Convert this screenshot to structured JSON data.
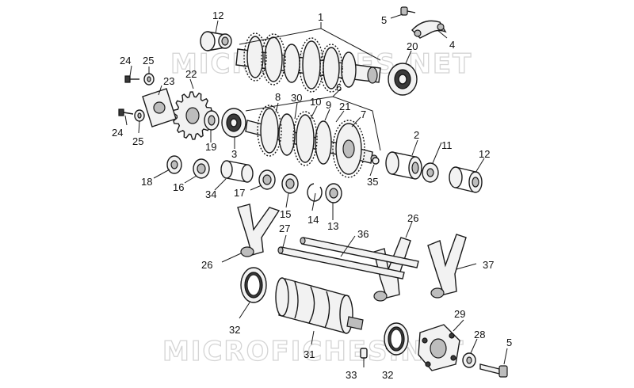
{
  "watermark_text": "MICROFICHES.NET",
  "callouts": {
    "c1": "1",
    "c2": "2",
    "c3": "3",
    "c4": "4",
    "c5a": "5",
    "c5b": "5",
    "c6": "6",
    "c7": "7",
    "c8": "8",
    "c9": "9",
    "c10": "10",
    "c11": "11",
    "c12a": "12",
    "c12b": "12",
    "c13": "13",
    "c14": "14",
    "c15": "15",
    "c16": "16",
    "c17": "17",
    "c18": "18",
    "c19": "19",
    "c20": "20",
    "c21": "21",
    "c22": "22",
    "c23": "23",
    "c24a": "24",
    "c24b": "24",
    "c25a": "25",
    "c25b": "25",
    "c26a": "26",
    "c26b": "26",
    "c27": "27",
    "c28": "28",
    "c29": "29",
    "c30": "30",
    "c31": "31",
    "c32a": "32",
    "c32b": "32",
    "c33": "33",
    "c34": "34",
    "c35": "35",
    "c36": "36",
    "c37": "37"
  }
}
